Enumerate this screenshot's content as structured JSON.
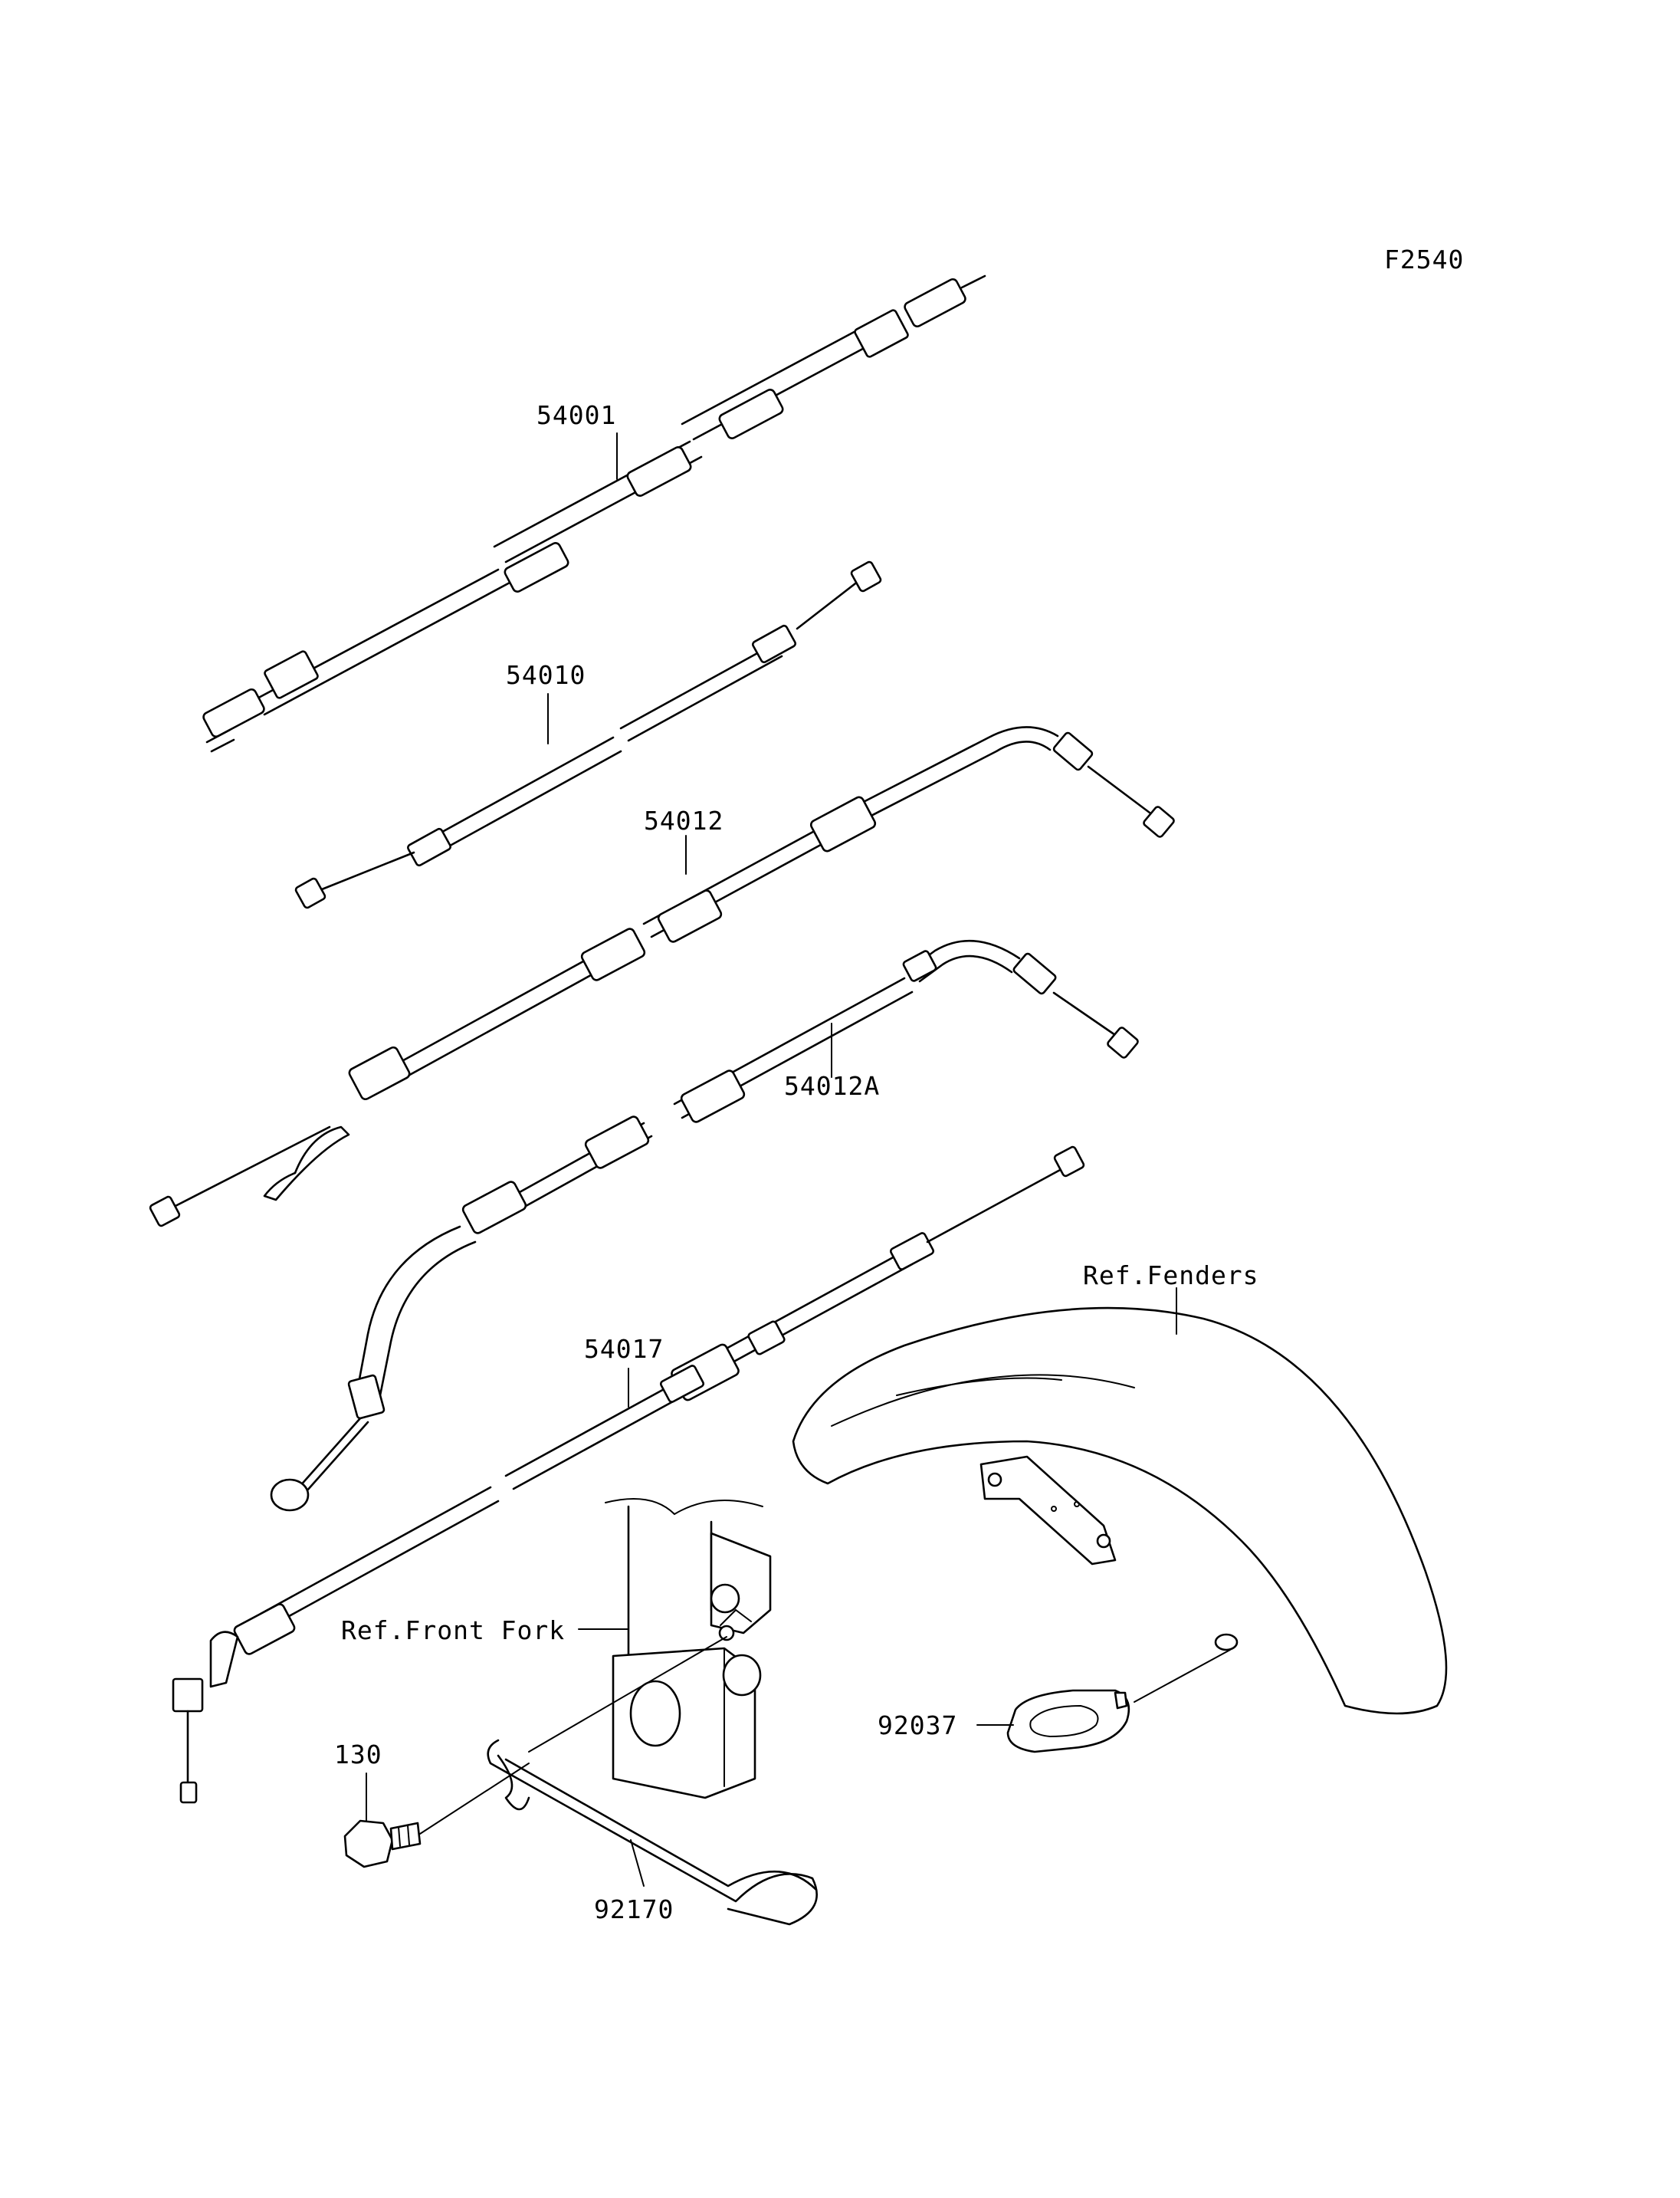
{
  "figure_code": "F2540",
  "parts": [
    {
      "id": "cable-54001",
      "label": "54001"
    },
    {
      "id": "cable-54010",
      "label": "54010"
    },
    {
      "id": "cable-54012",
      "label": "54012"
    },
    {
      "id": "cable-54012a",
      "label": "54012A"
    },
    {
      "id": "cable-54017",
      "label": "54017"
    },
    {
      "id": "bolt-130",
      "label": "130"
    },
    {
      "id": "clamp-92170",
      "label": "92170"
    },
    {
      "id": "grommet-92037",
      "label": "92037"
    }
  ],
  "references": [
    {
      "id": "ref-fenders",
      "label": "Ref.Fenders"
    },
    {
      "id": "ref-front-fork",
      "label": "Ref.Front Fork"
    }
  ]
}
